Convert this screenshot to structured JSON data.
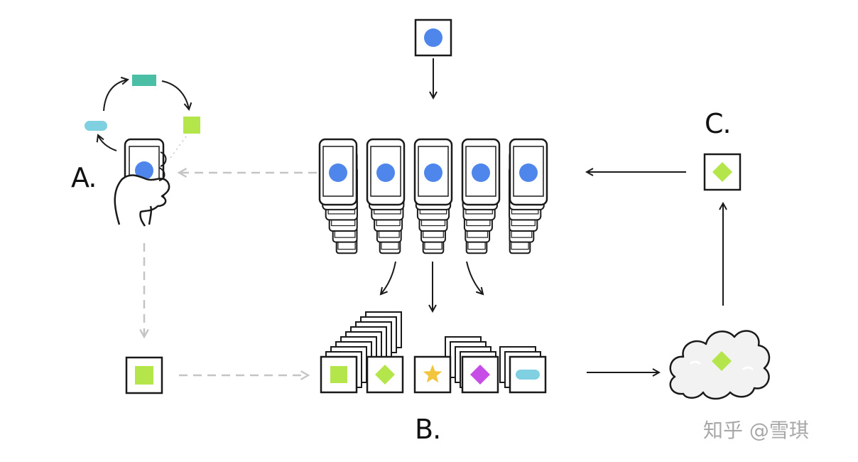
{
  "labels": {
    "a": "A.",
    "b": "B.",
    "c": "C."
  },
  "watermark": "知乎 @雪琪",
  "colors": {
    "ink": "#1a1a1a",
    "blue": "#4f86ec",
    "green": "#b4e54a",
    "teal": "#4bbfa5",
    "cyan": "#7fd0e0",
    "yellow": "#f2c53d",
    "magenta": "#c64de6",
    "dashed": "#c4c4c4",
    "cloud": "#f2f2f2"
  }
}
